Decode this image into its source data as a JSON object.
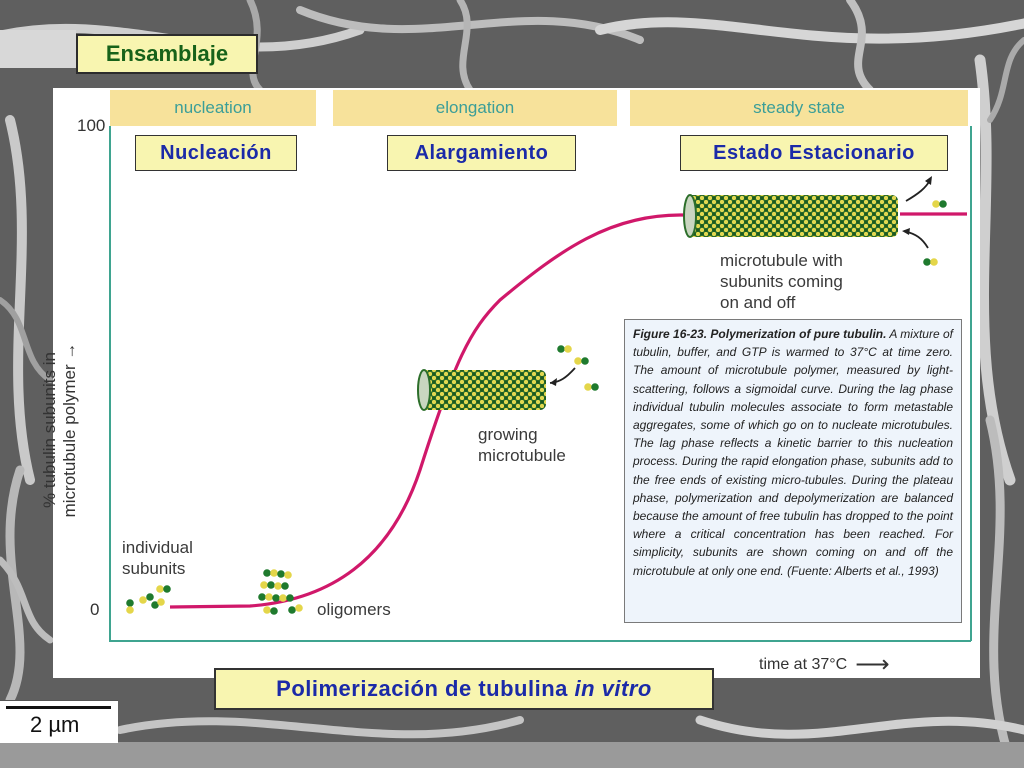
{
  "slide": {
    "title": "Ensamblaje",
    "subtitle_main": "Polimerización de tubulina ",
    "subtitle_italic": "in vitro",
    "scale_bar": "2 µm"
  },
  "phases": [
    {
      "label_en": "nucleation",
      "label_es": "Nucleación"
    },
    {
      "label_en": "elongation",
      "label_es": "Alargamiento"
    },
    {
      "label_en": "steady state",
      "label_es": "Estado Estacionario"
    }
  ],
  "axes": {
    "y_label_line1": "% tubulin subunits in",
    "y_label_line2": "microtubule polymer",
    "y_arrow": "→",
    "y_top": "100",
    "y_bottom": "0",
    "x_label": "time at 37°C",
    "x_arrow": "⟶"
  },
  "annotations": {
    "individual_subunits_1": "individual",
    "individual_subunits_2": "subunits",
    "oligomers": "oligomers",
    "growing_1": "growing",
    "growing_2": "microtubule",
    "steady_1": "microtubule with",
    "steady_2": "subunits coming",
    "steady_3": "on and off"
  },
  "caption": {
    "bold": "Figure 16-23. Polymerization of pure tubulin.",
    "text": " A mixture of tubulin, buffer, and GTP is warmed to 37°C at time zero. The amount of microtubule polymer, measured by light-scattering, follows a sigmoidal curve. During the lag phase individual tubulin molecules associate to form metastable aggregates, some of which go on to nucleate microtubules. The lag phase reflects a kinetic barrier to this nucleation process. During the rapid elongation phase, subunits add to the free ends of existing micro-tubules. During the plateau phase, polymerization and depolymerization are balanced because the amount of free tubulin has dropped to the point where a critical concentration has been reached. For simplicity, subunits are shown coming on and off the microtubule at only one end. (Fuente: Alberts et al., 1993)"
  },
  "colors": {
    "curve": "#d0186a",
    "axis": "#3fa490",
    "phase_band": "#f7e29b",
    "label_box": "#f8f5b0",
    "title_text": "#17621a",
    "label_text": "#1b2aa8",
    "subunit_green": "#1f7a2e",
    "subunit_yellow": "#e4d64a"
  }
}
